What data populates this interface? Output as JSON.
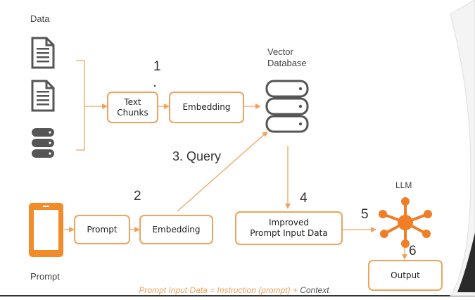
{
  "labels": {
    "data": "Data",
    "vector_db_line1": "Vector",
    "vector_db_line2": "Database",
    "llm": "LLM",
    "prompt_device": "Prompt"
  },
  "boxes": {
    "text_chunks_line1": "Text",
    "text_chunks_line2": "Chunks",
    "embedding_top": "Embedding",
    "prompt": "Prompt",
    "embedding_bottom": "Embedding",
    "improved_line1": "Improved",
    "improved_line2": "Prompt Input Data",
    "output": "Output"
  },
  "steps": {
    "s1": "1",
    "s2": "2",
    "s3": "3. Query",
    "s4": "4",
    "s5": "5",
    "s6": "6"
  },
  "caption": {
    "main": "Prompt Input Data = Instruction (prompt) + ",
    "context": "Context"
  },
  "colors": {
    "accent": "#f0a35e",
    "icon_gray": "#555555",
    "device_orange": "#f28c28",
    "llm_orange": "#f07e26"
  },
  "icons": [
    "document-icon",
    "document-icon",
    "database-icon",
    "vector-database-icon",
    "phone-icon",
    "llm-network-icon"
  ]
}
